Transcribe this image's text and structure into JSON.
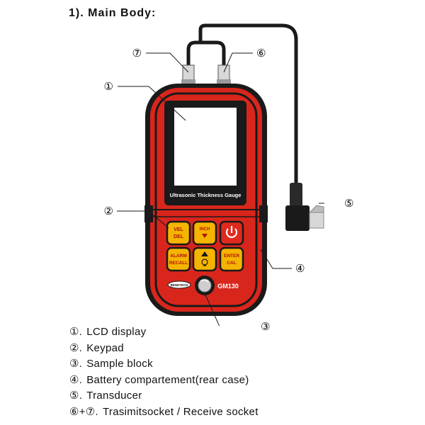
{
  "heading": "1). Main Body:",
  "device": {
    "screen_caption": "Ultrasonic Thickness Gauge",
    "model": "GM130",
    "brand": "BENETECH",
    "keys": {
      "vel": "VEL",
      "del": "DEL",
      "inch": "INCH",
      "alarm": "ALARM",
      "recall": "RECALL",
      "enter": "ENTER",
      "cal": "CAL"
    }
  },
  "callouts": {
    "c1": "①",
    "c2": "②",
    "c3": "③",
    "c4": "④",
    "c5": "⑤",
    "c6": "⑥",
    "c7": "⑦"
  },
  "legend": [
    {
      "num": "①.",
      "text": "LCD display"
    },
    {
      "num": "②.",
      "text": "Keypad"
    },
    {
      "num": "③.",
      "text": "Sample block"
    },
    {
      "num": "④.",
      "text": "Battery compartement(rear case)"
    },
    {
      "num": "⑤.",
      "text": "Transducer"
    },
    {
      "num": "⑥+⑦.",
      "text": "Trasimitsocket / Receive socket"
    }
  ],
  "colors": {
    "case_red": "#d9261c",
    "case_dark": "#1a1a1a",
    "key_yellow": "#f5b400",
    "power_red": "#e02a1f"
  }
}
